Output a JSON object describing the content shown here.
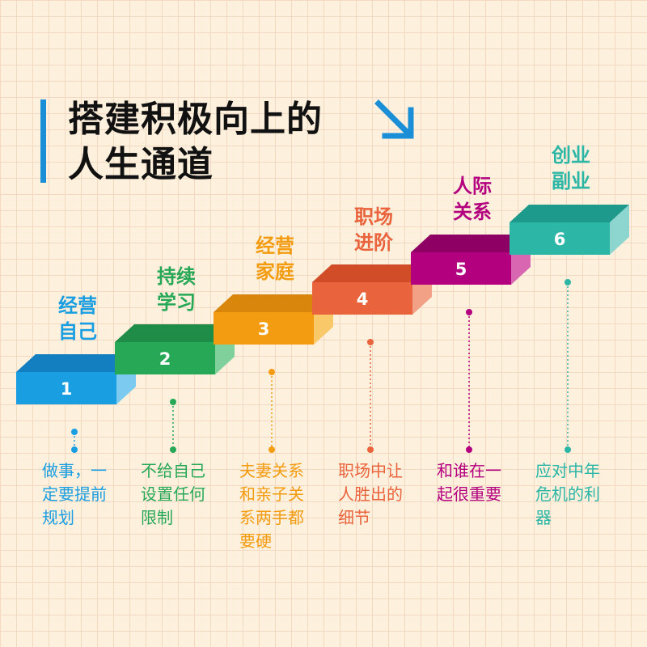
{
  "title": {
    "line1": "搭建积极向上的",
    "line2": "人生通道"
  },
  "arrow_icon": "arrow-down-right-icon",
  "colors": {
    "accent": "#1a8fd8"
  },
  "steps": [
    {
      "num": "1",
      "title_lines": [
        "经营",
        "自己"
      ],
      "desc_lines": [
        "做事，一",
        "定要提前",
        "规划"
      ],
      "color": "#1a9ee2",
      "side": "#7ccaf0",
      "top": "#147fc0"
    },
    {
      "num": "2",
      "title_lines": [
        "持续",
        "学习"
      ],
      "desc_lines": [
        "不给自己",
        "设置任何",
        "限制"
      ],
      "color": "#27a857",
      "side": "#7fd09a",
      "top": "#1f8c47"
    },
    {
      "num": "3",
      "title_lines": [
        "经营",
        "家庭"
      ],
      "desc_lines": [
        "夫妻关系",
        "和亲子关",
        "系两手都",
        "要硬"
      ],
      "color": "#f39c12",
      "side": "#f8c869",
      "top": "#d9860c"
    },
    {
      "num": "4",
      "title_lines": [
        "职场",
        "进阶"
      ],
      "desc_lines": [
        "职场中让",
        "人胜出的",
        "细节"
      ],
      "color": "#e9633c",
      "side": "#f2a186",
      "top": "#d04d28"
    },
    {
      "num": "5",
      "title_lines": [
        "人际",
        "关系"
      ],
      "desc_lines": [
        "和谁在一",
        "起很重要"
      ],
      "color": "#b3007e",
      "side": "#d866b1",
      "top": "#8e0064"
    },
    {
      "num": "6",
      "title_lines": [
        "创业",
        "副业"
      ],
      "desc_lines": [
        "应对中年",
        "危机的利",
        "器"
      ],
      "color": "#2bb6a6",
      "side": "#8cd6cf",
      "top": "#1e9a8c"
    }
  ]
}
